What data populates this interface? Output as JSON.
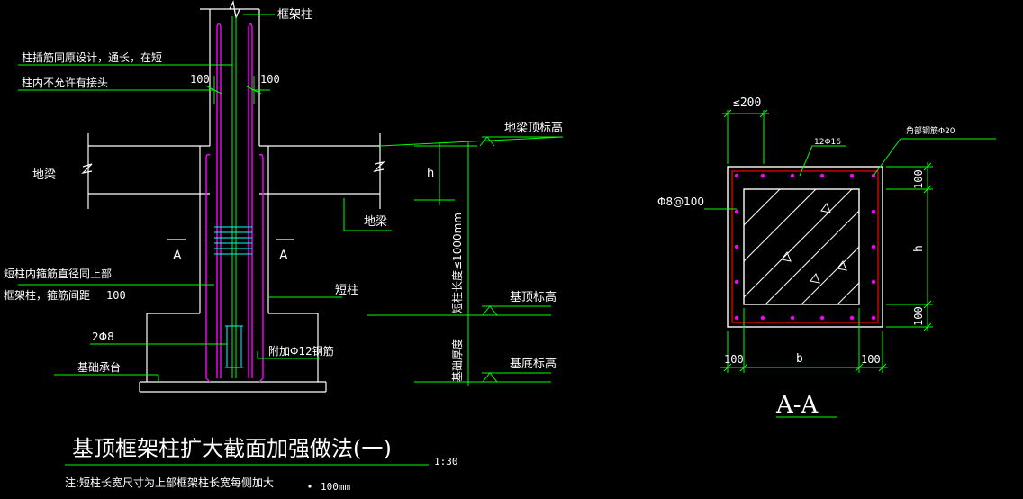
{
  "labels": {
    "frame_column": "框架柱",
    "rebar_note_1": "柱插筋同原设计，通长，在短",
    "rebar_note_2": "柱内不允许有接头",
    "ground_beam_left": "地梁",
    "ground_beam_right": "地梁",
    "section_mark_left": "A",
    "section_mark_right": "A",
    "stirrup_note_1": "短柱内箍筋直径同上部",
    "stirrup_note_2": "框架柱，箍筋间距",
    "stirrup_spacing": "100",
    "short_column": "短柱",
    "two_phi8": "2Φ8",
    "extra_phi12": "附加Φ12钢筋",
    "foundation_cap": "基础承台",
    "ground_beam_top_elev": "地梁顶标高",
    "foundation_top_elev": "基顶标高",
    "foundation_bottom_elev": "基底标高",
    "h_label": "h",
    "short_column_length": "短柱长度≤1000mm",
    "foundation_thickness": "基础厚度",
    "dim_100_left": "100",
    "dim_100_right": "100"
  },
  "section": {
    "top_dim": "≤200",
    "main_bars": "12Φ16",
    "corner_bars": "角部钢筋Φ20",
    "stirrup": "Φ8@100",
    "dim_top": "100",
    "dim_h": "h",
    "dim_bottom": "100",
    "dim_left": "100",
    "dim_b": "b",
    "dim_right": "100",
    "title": "A-A"
  },
  "title": {
    "main": "基顶框架柱扩大截面加强做法(一)",
    "scale": "1:30",
    "note": "注:短柱长宽尺寸为上部框架柱长宽每侧加大",
    "note_value": "100mm"
  },
  "colors": {
    "background": "#000000",
    "structure": "#ffffff",
    "dimension": "#00ff00",
    "rebar": "#ff00ff",
    "red": "#ff0000",
    "cyan": "#00ffff"
  }
}
